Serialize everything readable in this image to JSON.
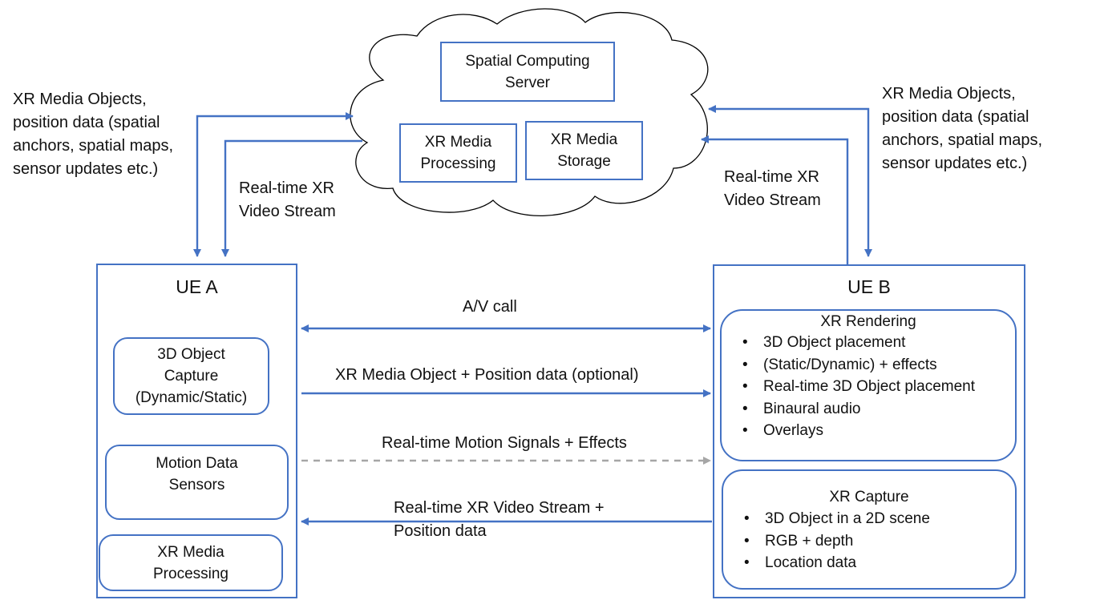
{
  "cloud": {
    "spatial_server": [
      "Spatial Computing",
      "Server"
    ],
    "media_processing": [
      "XR Media",
      "Processing"
    ],
    "media_storage": [
      "XR Media",
      "Storage"
    ]
  },
  "left_labels": {
    "objects": [
      "XR Media Objects,",
      "position data (spatial",
      "anchors, spatial maps,",
      "sensor updates etc.)"
    ],
    "stream": [
      "Real-time XR",
      "Video Stream"
    ]
  },
  "right_labels": {
    "objects": [
      "XR Media Objects,",
      "position data (spatial",
      "anchors, spatial maps,",
      "sensor updates etc.)"
    ],
    "stream": [
      "Real-time XR",
      "Video Stream"
    ]
  },
  "ue_a": {
    "title": "UE A",
    "capture": [
      "3D Object",
      "Capture",
      "(Dynamic/Static)"
    ],
    "motion": [
      "Motion Data",
      "Sensors"
    ],
    "processing": [
      "XR Media",
      "Processing"
    ]
  },
  "ue_b": {
    "title": "UE B",
    "rendering": {
      "title": "XR Rendering",
      "items": [
        "3D Object placement",
        "(Static/Dynamic) + effects",
        "Real-time 3D Object placement",
        "Binaural audio",
        "Overlays"
      ]
    },
    "capture": {
      "title": "XR Capture",
      "items": [
        "3D Object in a 2D scene",
        "RGB + depth",
        "Location data"
      ]
    }
  },
  "links": {
    "av_call": "A/V call",
    "media_object": "XR Media Object + Position data (optional)",
    "motion_signals": "Real-time Motion Signals + Effects",
    "video_stream": [
      "Real-time XR Video Stream +",
      "Position data"
    ]
  },
  "colors": {
    "line": "#4472c4",
    "dashed": "#a6a6a6"
  }
}
